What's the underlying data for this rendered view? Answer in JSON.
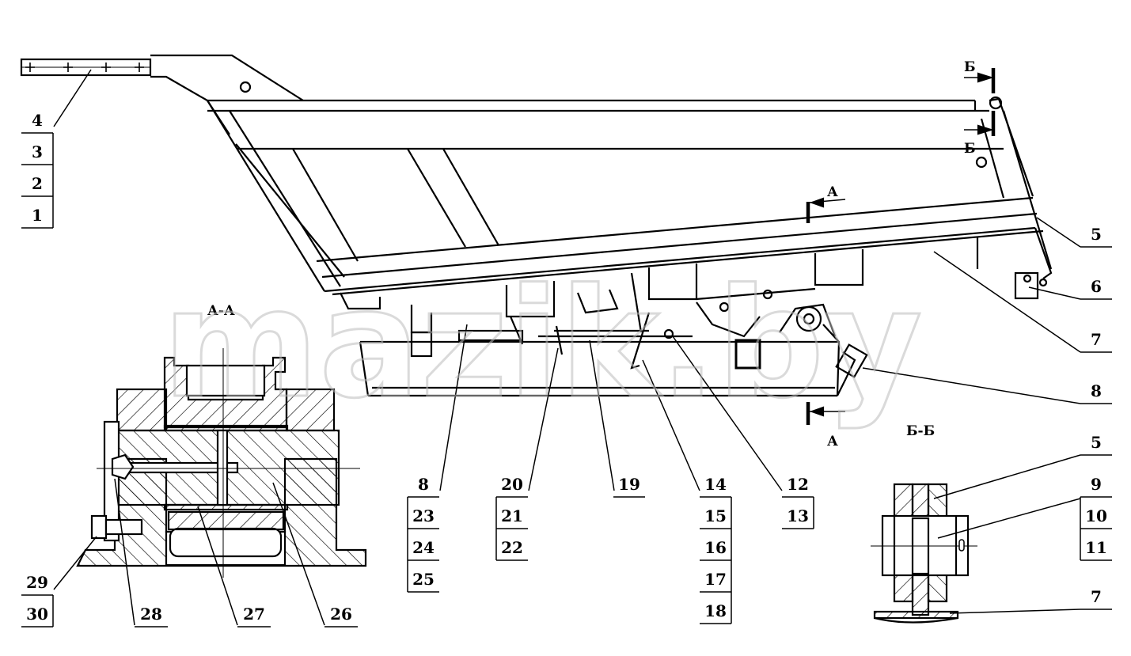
{
  "watermark": "mazik.by",
  "section_labels": {
    "aa_title": "А-А",
    "bb_title": "Б-Б",
    "a_top": "А",
    "a_bottom": "А",
    "b_top": "Б",
    "b_bottom": "Б"
  },
  "callouts": {
    "g_top_left": [
      "4",
      "3",
      "2",
      "1"
    ],
    "g_right_5": [
      "5"
    ],
    "g_right_6": [
      "6"
    ],
    "g_right_7": [
      "7"
    ],
    "g_right_8": [
      "8"
    ],
    "g_8_25": [
      "8",
      "23",
      "24",
      "25"
    ],
    "g_20_22": [
      "20",
      "21",
      "22"
    ],
    "g_19": [
      "19"
    ],
    "g_14_18": [
      "14",
      "15",
      "16",
      "17",
      "18"
    ],
    "g_12_13": [
      "12",
      "13"
    ],
    "g_bb_5": [
      "5"
    ],
    "g_bb_9_11": [
      "9",
      "10",
      "11"
    ],
    "g_bb_7": [
      "7"
    ],
    "g_29_30": [
      "29",
      "30"
    ],
    "g_28": [
      "28"
    ],
    "g_27": [
      "27"
    ],
    "g_26": [
      "26"
    ]
  },
  "colors": {
    "ink": "#000000",
    "watermark": "#bcbcbc",
    "background": "#ffffff"
  }
}
